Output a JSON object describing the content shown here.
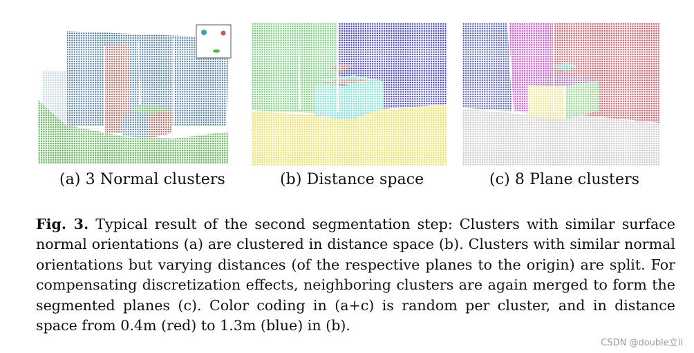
{
  "figure": {
    "subcaptions": [
      "(a) 3 Normal clusters",
      "(b) Distance space",
      "(c) 8 Plane clusters"
    ],
    "caption": {
      "label": "Fig. 3.",
      "text": "Typical result of the second segmentation step: Clusters with similar surface normal orientations (a) are clustered in distance space (b). Clusters with similar normal orientations but varying distances (of the respective planes to the origin) are split. For compensating discretization effects, neighboring clusters are again merged to form the segmented planes (c). Color coding in (a+c) is random per cluster, and in distance space from 0.4m (red) to 1.3m (blue) in (b)."
    }
  },
  "watermark": "CSDN @double立li",
  "colors": {
    "a_blue": "#3b6fa6",
    "a_red": "#b5574a",
    "a_green": "#54b24a",
    "b_green": "#5bd060",
    "b_blue": "#3030d6",
    "b_yellow": "#f2e04e",
    "b_cyan": "#55e3c9",
    "b_red": "#e04a3a",
    "c_blue": "#4550c2",
    "c_magenta": "#d844d8",
    "c_red": "#e2444e",
    "c_yellow": "#ece070",
    "c_green": "#6fd06a",
    "c_gray": "#c4c1bc",
    "c_purple": "#a24fd6",
    "c_cyan": "#3fc6c0"
  }
}
